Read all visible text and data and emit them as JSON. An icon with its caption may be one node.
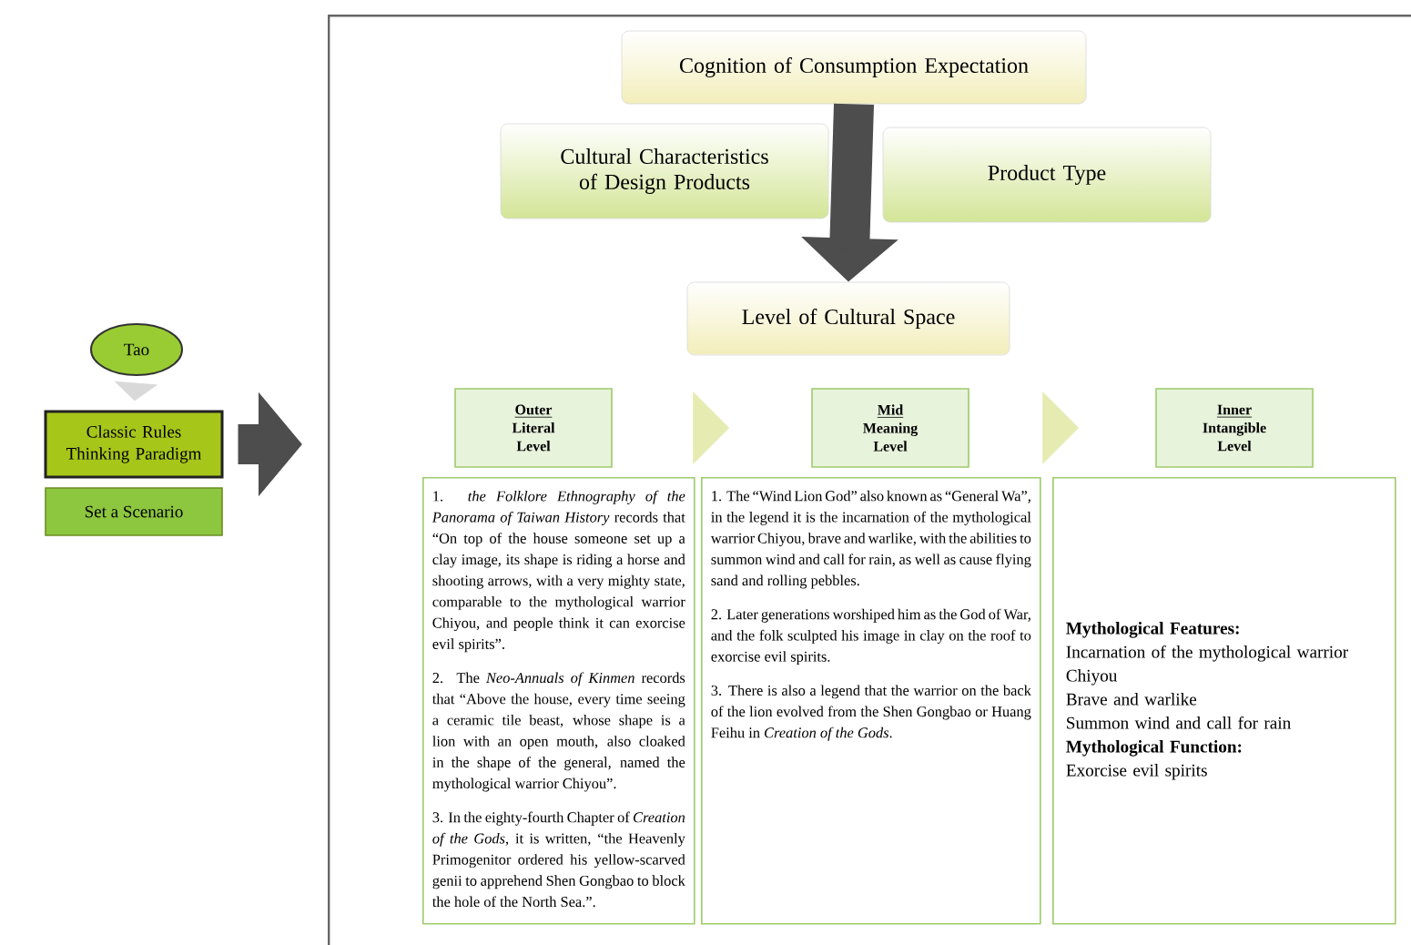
{
  "diagram": {
    "nodes": [
      {
        "text": [],
        "shape": "box"
      },
      {
        "text": [
          "Tao"
        ]
      },
      {
        "text": [
          "Classic Rules Thinking Paradigm"
        ]
      },
      {
        "text": [
          "Set a Scenario"
        ]
      },
      {
        "text": [
          "Cognition of Consumption Expectation"
        ],
        "in": 0
      },
      {
        "text": [
          "Cultural Characteristics of Design Products"
        ],
        "in": 0
      },
      {
        "text": [
          "Product Type"
        ],
        "in": 0
      },
      {
        "text": [
          "Level of Cultural Space"
        ],
        "in": 0
      },
      {
        "text": [
          "Outer",
          "Literal Level"
        ],
        "in": 0
      },
      {
        "text": [
          "Mid",
          "Meaning Level"
        ],
        "in": 0
      },
      {
        "text": [
          "Inner",
          "Intangible Level"
        ],
        "in": 0
      },
      {
        "text": [
          "1. *the Folklore Ethnography of the Panorama of Taiwan History* records that “On top of the house someone set up a clay image, its shape is riding a horse and shooting arrows, with a very mighty state, comparable to the mythological warrior Chiyou, and people think it can exorcise evil spirits”.",
          "2. The *Neo-Annuals of Kinmen* records that “Above the house, every time seeing a ceramic tile beast, whose shape is a lion with an open mouth, also cloaked in the shape of the general, named the mythological warrior Chiyou”.",
          "3. In the eighty-fourth Chapter of *Creation of the Gods*, it is written, “the Heavenly Primogenitor ordered his yellow-scarved genii to apprehend Shen Gongbao to block the hole of the North Sea.”."
        ],
        "in": 0
      },
      {
        "text": [
          "1. The “Wind Lion God” also known as “General Wa”, in the legend it is the incarnation of the mythological warrior Chiyou, brave and warlike, with the abilities to summon wind and call for rain, as well as cause flying sand and rolling pebbles.",
          "2. Later generations worshiped him as the God of War, and the folk sculpted his image in clay on the roof to exorcise evil spirits.",
          "3. There is also a legend that the warrior on the back of the lion evolved from the Shen Gongbao or Huang Feihu in *Creation of the Gods*."
        ],
        "in": 0
      },
      {
        "text": [
          "**Mythological Features:**",
          "Incarnation of the mythological warrior Chiyou",
          "Brave and warlike",
          "Summon wind and call for rain",
          "**Mythological Function:**",
          "Exorcise evil spirits"
        ],
        "in": 0
      }
    ],
    "edges": [
      {
        "from": 1,
        "to": 2,
        "arrow": "to",
        "color": "#d9d9d9"
      },
      {
        "from": 2,
        "to": 0,
        "arrow": "to"
      },
      {
        "from": 4,
        "to": 7,
        "arrow": "to"
      },
      {
        "from": 8,
        "to": 9,
        "arrow": "to",
        "color": "#e6ebb2"
      },
      {
        "from": 9,
        "to": 10,
        "arrow": "to",
        "color": "#e6ebb2"
      }
    ]
  }
}
